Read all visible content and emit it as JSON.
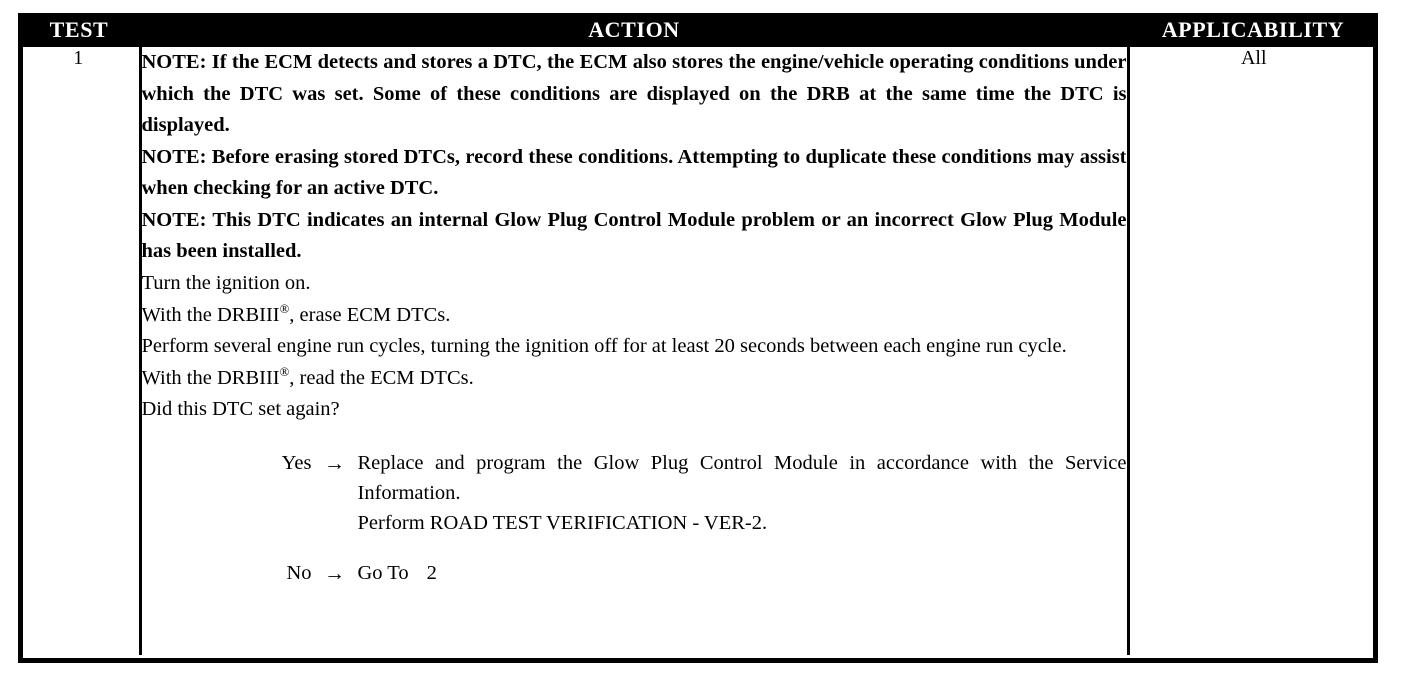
{
  "table": {
    "headers": {
      "test": "TEST",
      "action": "ACTION",
      "applicability": "APPLICABILITY"
    },
    "row": {
      "test_number": "1",
      "applicability": "All",
      "notes": [
        "NOTE: If the ECM detects and stores a DTC, the ECM also stores the engine/vehicle operating conditions under which the DTC was set. Some of these conditions are displayed on the DRB at the same time the DTC is displayed.",
        "NOTE: Before erasing stored DTCs, record these conditions. Attempting to duplicate these conditions may assist when checking for an active DTC.",
        "NOTE: This DTC indicates an internal Glow Plug Control Module problem or an incorrect Glow Plug Module has been installed."
      ],
      "steps": [
        "Turn the ignition on.",
        "With the DRBIII®, erase ECM DTCs.",
        "Perform several engine run cycles, turning the ignition off for at least 20 seconds between each engine run cycle.",
        "With the DRBIII®, read the ECM DTCs.",
        "Did this DTC set again?"
      ],
      "step_parts": {
        "step2_pre": "With the DRBIII",
        "step2_reg": "®",
        "step2_post": ", erase ECM DTCs.",
        "step4_pre": "With the DRBIII",
        "step4_reg": "®",
        "step4_post": ", read the ECM DTCs."
      },
      "branches": [
        {
          "label": "Yes",
          "arrow": "→",
          "lines": [
            "Replace and program the Glow Plug Control Module in accordance with the Service Information.",
            "Perform ROAD TEST VERIFICATION - VER-2."
          ]
        },
        {
          "label": "No",
          "arrow": "→",
          "lines": [
            "Go To",
            "2"
          ]
        }
      ]
    }
  },
  "colors": {
    "header_bg": "#000000",
    "header_fg": "#ffffff",
    "body_bg": "#ffffff",
    "body_fg": "#000000",
    "border": "#000000"
  }
}
